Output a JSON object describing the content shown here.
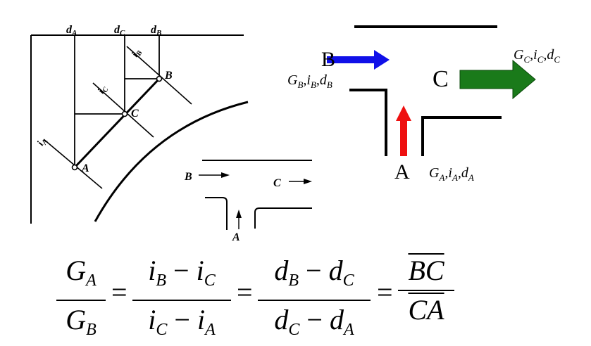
{
  "left_diagram": {
    "top_labels": [
      "d",
      "A",
      "d",
      "C",
      "d",
      "B"
    ],
    "points": [
      "A",
      "B",
      "C"
    ],
    "slopes": [
      "i",
      "A",
      "i",
      "B",
      "i",
      "C"
    ]
  },
  "small_junction": {
    "labels": [
      "B",
      "C",
      "A"
    ]
  },
  "right_junction": {
    "inlet_b": "B",
    "inlet_a": "A",
    "outlet_c": "C",
    "b_params": [
      "G",
      "B",
      ",",
      "i",
      "B",
      ",",
      "d",
      "B"
    ],
    "a_params": [
      "G",
      "A",
      ",",
      "i",
      "A",
      ",",
      "d",
      "A"
    ],
    "c_params": [
      "G",
      "C",
      ",",
      "i",
      "C",
      ",",
      "d",
      "C"
    ],
    "colors": {
      "arrow_b": "#1010e8",
      "arrow_a": "#ee1010",
      "arrow_c": "#1a7a1a"
    }
  },
  "equation": {
    "f1_num": [
      "G",
      "A"
    ],
    "f1_den": [
      "G",
      "B"
    ],
    "f2_num": [
      "i",
      "B",
      " − ",
      "i",
      "C"
    ],
    "f2_den": [
      "i",
      "C",
      " − ",
      "i",
      "A"
    ],
    "f3_num": [
      "d",
      "B",
      " − ",
      "d",
      "C"
    ],
    "f3_den": [
      "d",
      "C",
      " − ",
      "d",
      "A"
    ],
    "f4_num": "BC",
    "f4_den": "CA",
    "equals": "="
  }
}
